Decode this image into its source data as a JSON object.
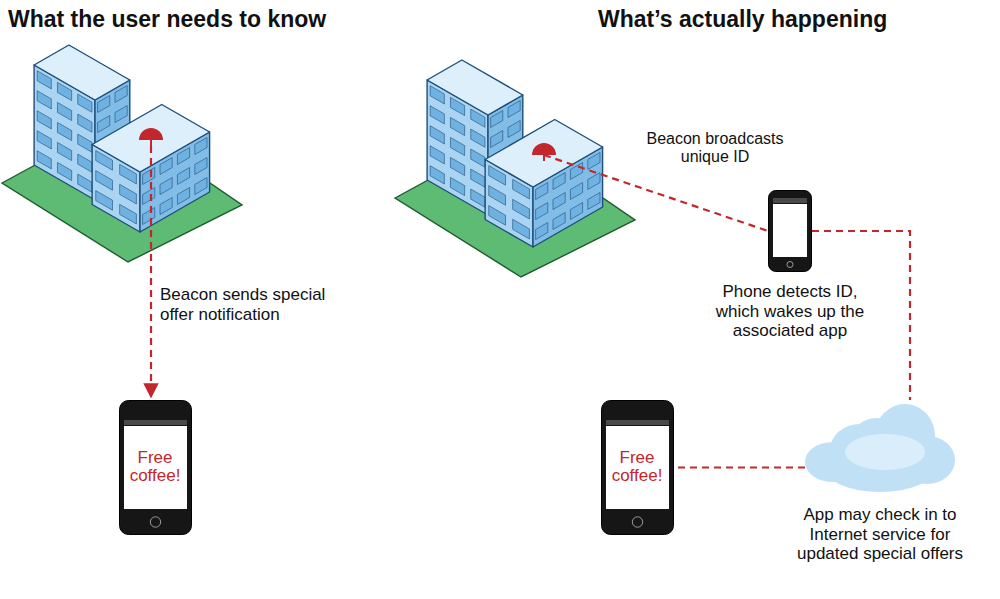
{
  "diagram": {
    "nodes": [
      {
        "text": [
          "Free coffee!"
        ]
      },
      {
        "text": [
          "Beacon broadcasts unique ID"
        ]
      },
      {
        "text": [
          "Phone detects ID, which wakes up the associated app"
        ]
      },
      {
        "text": [
          "Free coffee!"
        ]
      },
      {
        "text": [
          "App may check in to Internet service for updated special offers"
        ]
      }
    ],
    "edges": [
      {
        "from": 1,
        "to": 2,
        "arrow": "none"
      },
      {
        "from": 2,
        "to": 4,
        "arrow": "none"
      },
      {
        "from": 4,
        "to": 3,
        "arrow": "none"
      }
    ],
    "labels": [
      "What the user needs to know",
      "What’s actually happening",
      "Beacon sends special offer notification"
    ]
  }
}
